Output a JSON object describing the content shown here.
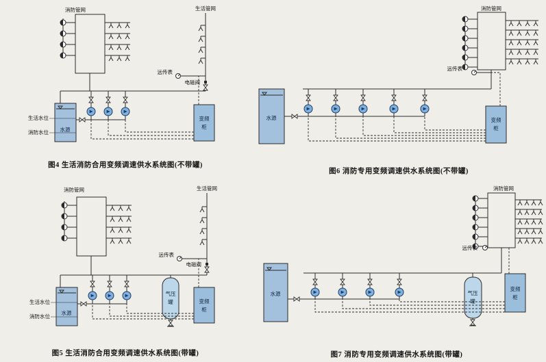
{
  "colors": {
    "page-bg": "#f0eee8",
    "line": "#2a2a2a",
    "tank": "#a3c0dd",
    "pump": "#7fb2e0",
    "cabinet": "#9cbedd",
    "ptank": "#bcd6ea"
  },
  "panels": {
    "fig4": {
      "caption": "图4 生活消防合用变频调速供水系统图(不带罐)",
      "labels": {
        "fire_network": "消防管网",
        "domestic_network": "生活管网",
        "remote_meter": "远传表",
        "solenoid_valve": "电磁阀",
        "domestic_water_level": "生活水位",
        "fire_water_level": "消防水位",
        "water_source": "水源",
        "vfd_line1": "变频",
        "vfd_line2": "柜"
      }
    },
    "fig6": {
      "caption": "图6 消防专用变频调速供水系统图(不带罐)",
      "labels": {
        "fire_network": "消防管网",
        "remote_meter": "远传表",
        "water_source": "水源",
        "vfd_line1": "变频",
        "vfd_line2": "柜"
      }
    },
    "fig5": {
      "caption": "图5 生活消防合用变频调速供水系统图(带罐)",
      "labels": {
        "fire_network": "消防管网",
        "domestic_network": "生活管网",
        "remote_meter": "远传表",
        "solenoid_valve": "电磁阀",
        "domestic_water_level": "生活水位",
        "fire_water_level": "消防水位",
        "water_source": "水源",
        "pressure_tank_line1": "气压",
        "pressure_tank_line2": "罐",
        "vfd_line1": "变频",
        "vfd_line2": "柜"
      }
    },
    "fig7": {
      "caption": "图7 消防专用变频调速供水系统图(带罐)",
      "labels": {
        "fire_network": "消防管网",
        "remote_meter": "远传表",
        "water_source": "水源",
        "pressure_tank_line1": "气压",
        "pressure_tank_line2": "罐",
        "vfd_line1": "变频",
        "vfd_line2": "柜"
      }
    }
  }
}
